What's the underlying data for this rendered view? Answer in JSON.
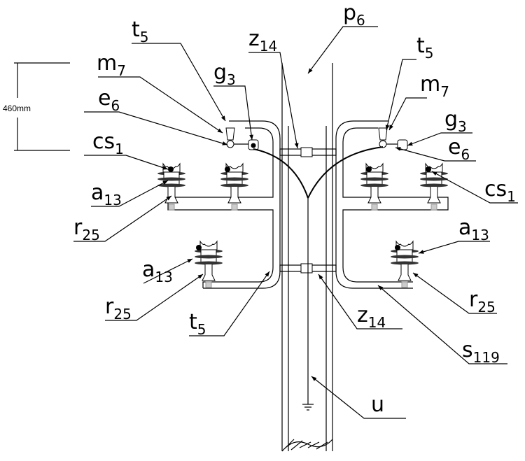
{
  "dimension": "460mm",
  "labels": {
    "t5_left": {
      "base": "t",
      "sub": "5"
    },
    "m7_left": {
      "base": "m",
      "sub": "7"
    },
    "g3_left": {
      "base": "g",
      "sub": "3"
    },
    "e6_left": {
      "base": "e",
      "sub": "6"
    },
    "cs1_left": {
      "base": "cs",
      "sub": "1"
    },
    "a13_left_upper": {
      "base": "a",
      "sub": "13"
    },
    "r25_left_upper": {
      "base": "r",
      "sub": "25"
    },
    "a13_left_lower": {
      "base": "a",
      "sub": "13"
    },
    "r25_left_lower": {
      "base": "r",
      "sub": "25"
    },
    "t5_bottom": {
      "base": "t",
      "sub": "5"
    },
    "z14_top": {
      "base": "z",
      "sub": "14"
    },
    "p6": {
      "base": "p",
      "sub": "6"
    },
    "t5_right": {
      "base": "t",
      "sub": "5"
    },
    "m7_right": {
      "base": "m",
      "sub": "7"
    },
    "g3_right": {
      "base": "g",
      "sub": "3"
    },
    "e6_right": {
      "base": "e",
      "sub": "6"
    },
    "cs1_right": {
      "base": "cs",
      "sub": "1"
    },
    "a13_right": {
      "base": "a",
      "sub": "13"
    },
    "r25_right": {
      "base": "r",
      "sub": "25"
    },
    "z14_bottom": {
      "base": "z",
      "sub": "14"
    },
    "s119": {
      "base": "s",
      "sub": "119"
    },
    "u": {
      "base": "u",
      "sub": ""
    }
  }
}
